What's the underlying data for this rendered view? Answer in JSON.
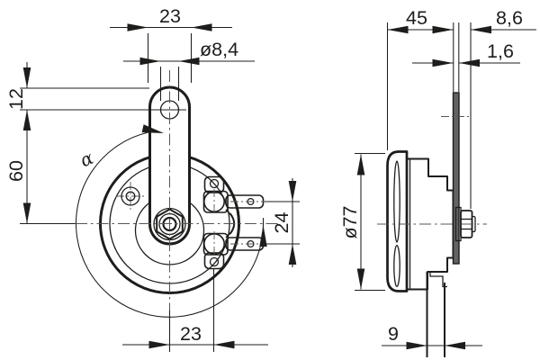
{
  "drawing": {
    "dimensions": {
      "front": {
        "bracket_width": "23",
        "hole_diameter": "ø8,4",
        "hole_offset": "12",
        "hole_to_center": "60",
        "mounting_angle": "α",
        "terminal_spacing": "24",
        "center_to_terminal": "23"
      },
      "side": {
        "front_to_bracket": "45",
        "bracket_to_rear": "8,6",
        "bracket_thickness": "1,6",
        "body_diameter": "ø77",
        "foot_width": "9"
      }
    },
    "colors": {
      "line": "#1d1d1b",
      "centerline": "#555555",
      "bracket_fill": "#636363",
      "background": "#ffffff"
    }
  }
}
